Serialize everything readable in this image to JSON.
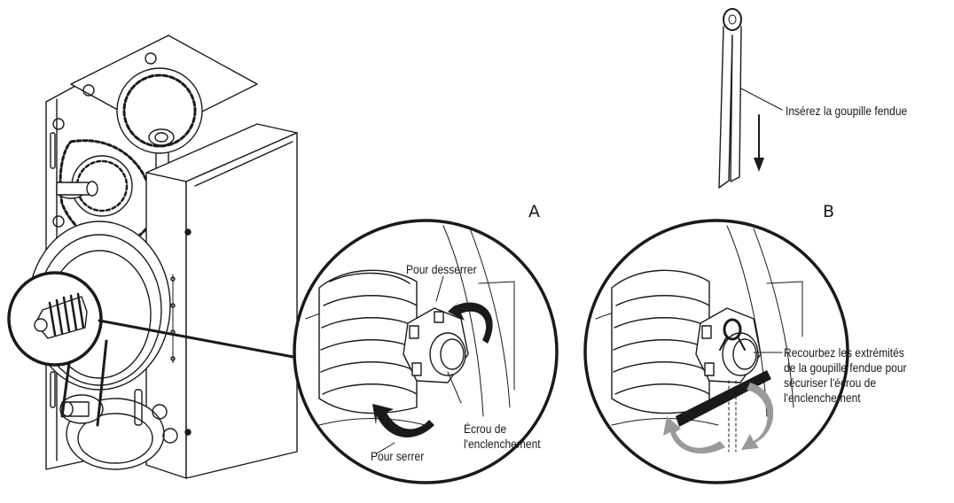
{
  "panels": {
    "a": "A",
    "b": "B"
  },
  "labels": {
    "insert_cotter_pin": "Insérez la goupille fendue",
    "to_loosen": "Pour desserrer",
    "to_tighten": "Pour serrer",
    "clutch_nut_line1": "Écrou de",
    "clutch_nut_line2": "l'enclenchement",
    "bend_line1": "Recourbez les extrémités",
    "bend_line2": "de la goupille fendue pour",
    "bend_line3": "sécuriser l'écrou de",
    "bend_line4": "l'enclenchement"
  },
  "colors": {
    "ink": "#1a1a1a",
    "arrow_grey": "#9a9a9a",
    "paper": "#ffffff"
  }
}
